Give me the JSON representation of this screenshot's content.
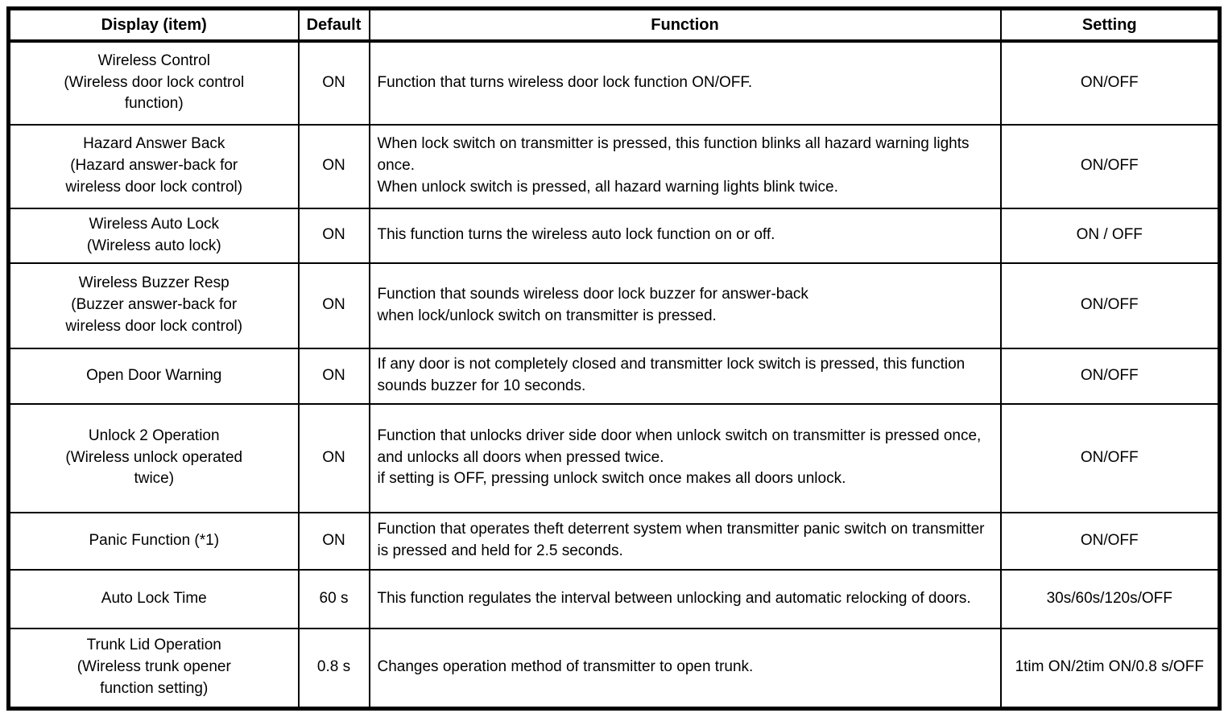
{
  "table": {
    "headers": {
      "display": "Display (item)",
      "default": "Default",
      "function": "Function",
      "setting": "Setting"
    },
    "rows": [
      {
        "display": "Wireless Control\n(Wireless door lock control\nfunction)",
        "default": "ON",
        "function": "Function that turns wireless door lock function ON/OFF.",
        "setting": "ON/OFF"
      },
      {
        "display": "Hazard Answer Back\n(Hazard answer-back for\nwireless door lock control)",
        "default": "ON",
        "function": "When lock switch on transmitter is pressed, this function blinks all hazard warning lights once.\nWhen unlock switch is pressed, all hazard warning lights blink twice.",
        "setting": "ON/OFF"
      },
      {
        "display": "Wireless Auto Lock\n(Wireless auto lock)",
        "default": "ON",
        "function": "This function turns the wireless auto lock function on or off.",
        "setting": "ON / OFF"
      },
      {
        "display": "Wireless Buzzer Resp\n(Buzzer answer-back for\nwireless door lock control)",
        "default": "ON",
        "function": "Function that sounds wireless door lock buzzer for answer-back\nwhen lock/unlock switch on transmitter is pressed.",
        "setting": "ON/OFF"
      },
      {
        "display": "Open Door Warning",
        "default": "ON",
        "function": "If any door is not completely closed and transmitter lock switch is pressed, this function sounds buzzer for 10 seconds.",
        "setting": "ON/OFF"
      },
      {
        "display": "Unlock 2 Operation\n(Wireless unlock operated\ntwice)",
        "default": "ON",
        "function": "Function that unlocks driver side door when unlock switch on transmitter is pressed once, and unlocks all doors when pressed twice.\nif setting is OFF, pressing unlock switch once makes all doors unlock.",
        "setting": "ON/OFF"
      },
      {
        "display": "Panic Function (*1)",
        "default": "ON",
        "function": "Function that operates theft deterrent system when transmitter panic switch on transmitter is pressed and held for 2.5 seconds.",
        "setting": "ON/OFF"
      },
      {
        "display": "Auto Lock Time",
        "default": "60 s",
        "function": "This function regulates the interval between unlocking and automatic relocking of doors.",
        "setting": "30s/60s/120s/OFF"
      },
      {
        "display": "Trunk Lid Operation\n(Wireless trunk opener\nfunction setting)",
        "default": "0.8 s",
        "function": "Changes operation method of transmitter to open trunk.",
        "setting": "1tim ON/2tim ON/0.8 s/OFF"
      }
    ]
  }
}
